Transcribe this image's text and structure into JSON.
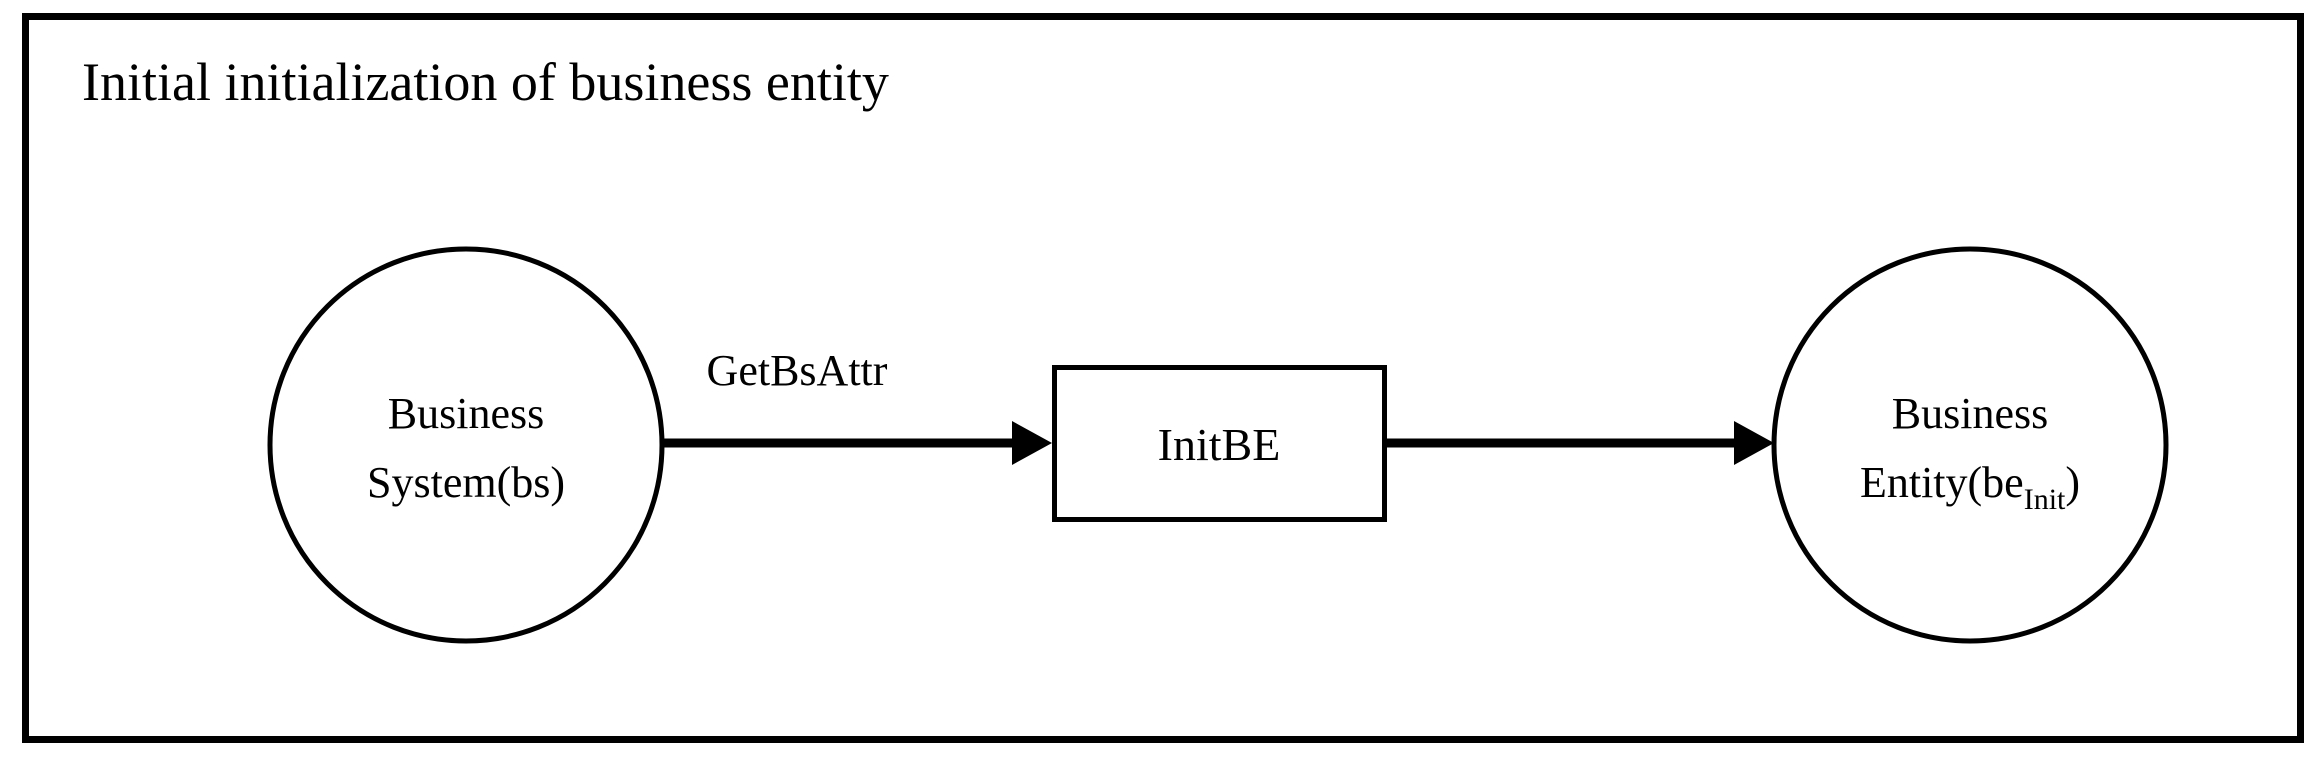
{
  "figure": {
    "title": "Initial initialization of business entity",
    "border_color": "#000000",
    "background_color": "#ffffff",
    "stroke_color": "#000000"
  },
  "nodes": [
    {
      "id": "business-system",
      "shape": "circle",
      "label_line1": "Business",
      "label_line2": "System(bs)",
      "subscript": ""
    },
    {
      "id": "init-be",
      "shape": "rectangle",
      "label_line1": "InitBE",
      "label_line2": "",
      "subscript": ""
    },
    {
      "id": "business-entity",
      "shape": "circle",
      "label_line1": "Business",
      "label_line2_pre": "Entity(be",
      "label_line2_sub": "Init",
      "label_line2_post": ")"
    }
  ],
  "edges": [
    {
      "id": "edge-getbsattr",
      "from": "business-system",
      "to": "init-be",
      "label": "GetBsAttr"
    },
    {
      "id": "edge-initbe-to-entity",
      "from": "init-be",
      "to": "business-entity",
      "label": ""
    }
  ]
}
